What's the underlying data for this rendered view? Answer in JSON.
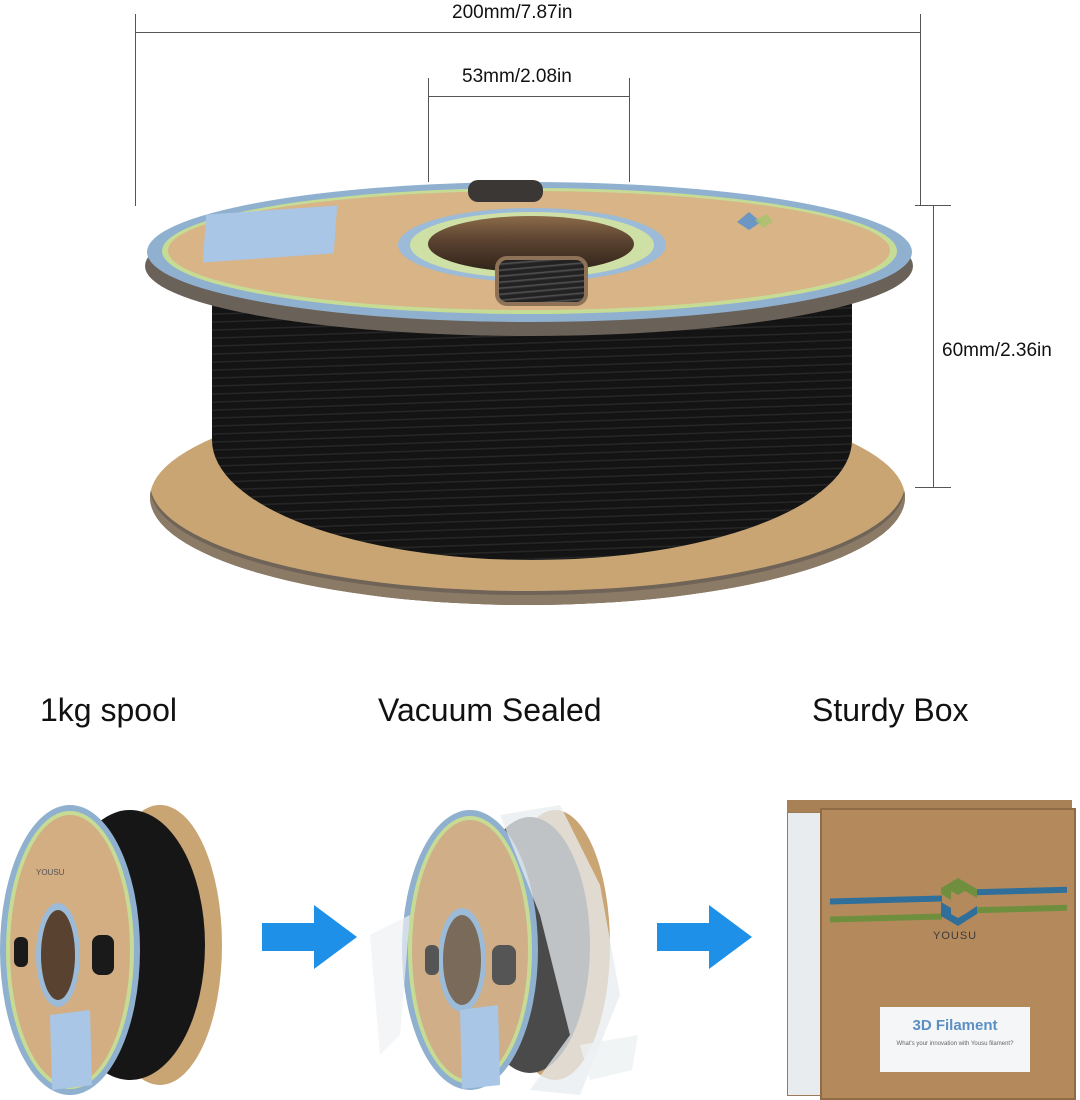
{
  "dimensions": {
    "outer_diameter": "200mm/7.87in",
    "hub_diameter": "53mm/2.08in",
    "width": "60mm/2.36in"
  },
  "features": [
    {
      "label": "1kg spool"
    },
    {
      "label": "Vacuum Sealed"
    },
    {
      "label": "Sturdy Box"
    }
  ],
  "box": {
    "brand": "YOUSU",
    "label_title": "3D Filament",
    "label_subtitle": "What's your innovation with Yousu filament?"
  },
  "spool": {
    "brand": "YOUSU",
    "filament_color": "black"
  },
  "colors": {
    "arrow": "#1e90e8",
    "cardboard": "#d8b487",
    "rim_blue": "#8fb0cf",
    "rim_green": "#c6dc95",
    "stripe_blue": "#2f6f9a",
    "stripe_green": "#6f8f3e"
  }
}
